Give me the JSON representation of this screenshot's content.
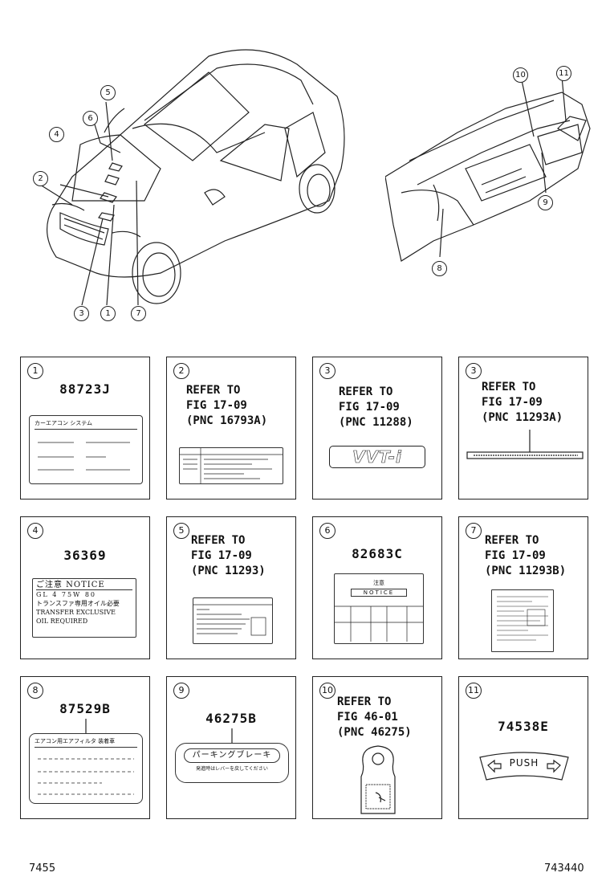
{
  "callouts_car": [
    {
      "num": "5"
    },
    {
      "num": "6"
    },
    {
      "num": "4"
    },
    {
      "num": "2"
    },
    {
      "num": "3"
    },
    {
      "num": "1"
    },
    {
      "num": "7"
    }
  ],
  "callouts_dash": [
    {
      "num": "10"
    },
    {
      "num": "11"
    },
    {
      "num": "9"
    },
    {
      "num": "8"
    }
  ],
  "cells": [
    {
      "num": "1",
      "part": "88723J",
      "label_lines": [
        "カーエアコン システム"
      ]
    },
    {
      "num": "2",
      "ref": "REFER TO\nFIG 17-09\n(PNC 16793A)"
    },
    {
      "num": "3",
      "ref": "REFER TO\nFIG 17-09\n(PNC 11288)",
      "logo": "VVT-i"
    },
    {
      "num": "3",
      "ref": "REFER TO\nFIG 17-09\n(PNC 11293A)"
    },
    {
      "num": "4",
      "part": "36369",
      "label_lines": [
        "ご注意 NOTICE",
        "GL 4 75W 80",
        "トランスファ専用オイル必要",
        "TRANSFER EXCLUSIVE",
        "OIL REQUIRED"
      ]
    },
    {
      "num": "5",
      "ref": "REFER TO\nFIG 17-09\n(PNC 11293)"
    },
    {
      "num": "6",
      "part": "82683C",
      "label_lines": [
        "注意",
        "NOTICE"
      ]
    },
    {
      "num": "7",
      "ref": "REFER TO\nFIG 17-09\n(PNC 11293B)"
    },
    {
      "num": "8",
      "part": "87529B",
      "label_lines": [
        "エアコン用エアフィルタ 装着車"
      ]
    },
    {
      "num": "9",
      "part": "46275B",
      "label_lines": [
        "パーキングブレーキ",
        "発進時はレバーを戻してください"
      ]
    },
    {
      "num": "10",
      "ref": "REFER TO\nFIG 46-01\n(PNC 46275)"
    },
    {
      "num": "11",
      "part": "74538E",
      "push": "PUSH"
    }
  ],
  "footer": {
    "left": "7455",
    "right": "743440"
  }
}
